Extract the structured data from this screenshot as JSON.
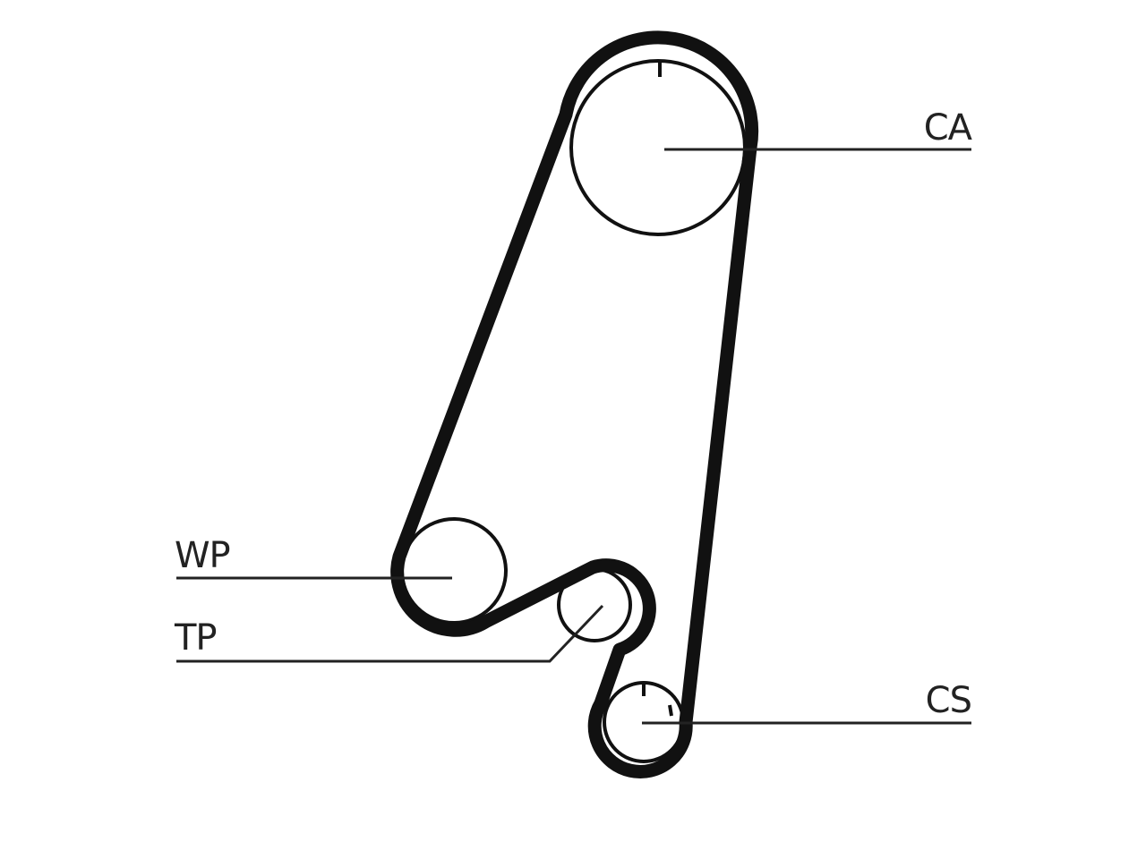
{
  "colors": {
    "background": "#ffffff",
    "belt": "#111111",
    "label": "#222222"
  },
  "labels": {
    "ca": "CA",
    "wp": "WP",
    "tp": "TP",
    "cs": "CS"
  }
}
